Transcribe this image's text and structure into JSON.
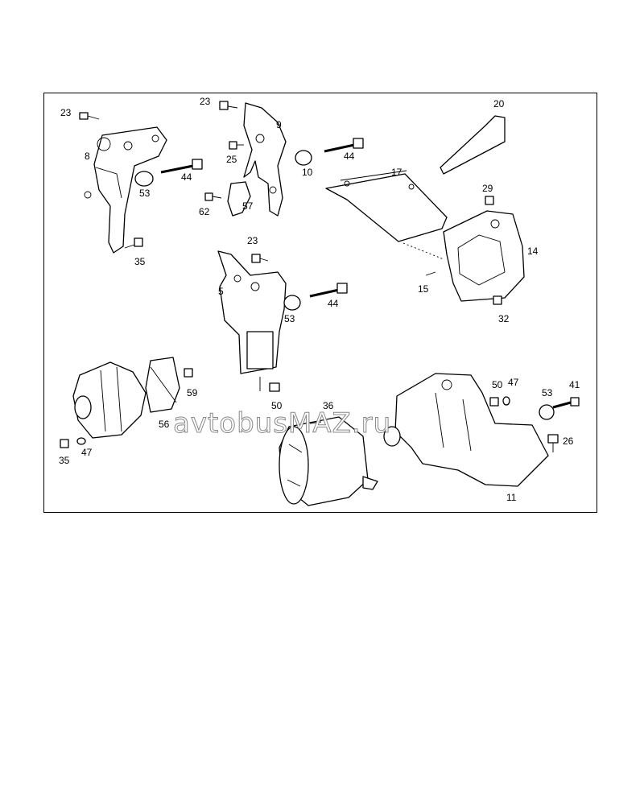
{
  "figure": {
    "callouts": [
      {
        "id": "c-23-a",
        "text": "23"
      },
      {
        "id": "c-8",
        "text": "8"
      },
      {
        "id": "c-53-a",
        "text": "53"
      },
      {
        "id": "c-44-a",
        "text": "44"
      },
      {
        "id": "c-35-a",
        "text": "35"
      },
      {
        "id": "c-23-b",
        "text": "23"
      },
      {
        "id": "c-9",
        "text": "9"
      },
      {
        "id": "c-25",
        "text": "25"
      },
      {
        "id": "c-10",
        "text": "10"
      },
      {
        "id": "c-44-b",
        "text": "44"
      },
      {
        "id": "c-62",
        "text": "62"
      },
      {
        "id": "c-57",
        "text": "57"
      },
      {
        "id": "c-20",
        "text": "20"
      },
      {
        "id": "c-17",
        "text": "17"
      },
      {
        "id": "c-29",
        "text": "29"
      },
      {
        "id": "c-14",
        "text": "14"
      },
      {
        "id": "c-15",
        "text": "15"
      },
      {
        "id": "c-32",
        "text": "32"
      },
      {
        "id": "c-23-c",
        "text": "23"
      },
      {
        "id": "c-5",
        "text": "5"
      },
      {
        "id": "c-53-b",
        "text": "53"
      },
      {
        "id": "c-44-c",
        "text": "44"
      },
      {
        "id": "c-50-a",
        "text": "50"
      },
      {
        "id": "c-59",
        "text": "59"
      },
      {
        "id": "c-56",
        "text": "56"
      },
      {
        "id": "c-35-b",
        "text": "35"
      },
      {
        "id": "c-47-a",
        "text": "47"
      },
      {
        "id": "c-36",
        "text": "36"
      },
      {
        "id": "c-50-b",
        "text": "50"
      },
      {
        "id": "c-47-b",
        "text": "47"
      },
      {
        "id": "c-53-c",
        "text": "53"
      },
      {
        "id": "c-41",
        "text": "41"
      },
      {
        "id": "c-26",
        "text": "26"
      },
      {
        "id": "c-11",
        "text": "11"
      }
    ]
  },
  "watermark": {
    "text": "avtobusMAZ.ru"
  }
}
